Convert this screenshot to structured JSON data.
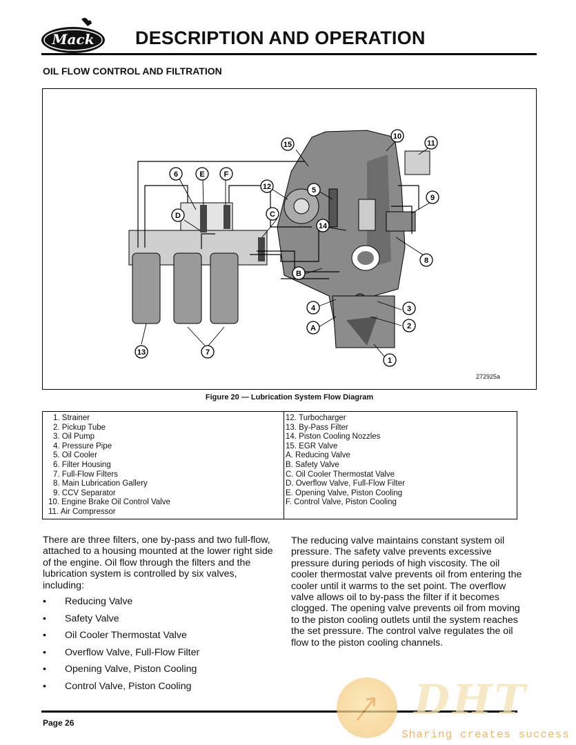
{
  "header": {
    "logo_text": "Mack",
    "title": "DESCRIPTION AND OPERATION"
  },
  "section_heading": "OIL FLOW CONTROL AND FILTRATION",
  "figure": {
    "id": "272925a",
    "caption": "Figure 20 — Lubrication System Flow Diagram",
    "callouts": [
      "1",
      "2",
      "3",
      "4",
      "5",
      "6",
      "7",
      "8",
      "9",
      "10",
      "11",
      "12",
      "13",
      "14",
      "15",
      "A",
      "B",
      "C",
      "D",
      "E",
      "F"
    ]
  },
  "legend": {
    "left": [
      "1. Strainer",
      "2. Pickup Tube",
      "3. Oil Pump",
      "4. Pressure Pipe",
      "5. Oil Cooler",
      "6. Filter Housing",
      "7. Full-Flow Filters",
      "8. Main Lubrication Gallery",
      "9. CCV Separator",
      "10. Engine Brake Oil Control Valve",
      "11. Air Compressor"
    ],
    "right": [
      "12. Turbocharger",
      "13. By-Pass Filter",
      "14. Piston Cooling Nozzles",
      "15. EGR Valve",
      "A. Reducing Valve",
      "B. Safety Valve",
      "C. Oil Cooler Thermostat Valve",
      "D. Overflow Valve, Full-Flow Filter",
      "E. Opening Valve, Piston Cooling",
      "F. Control Valve, Piston Cooling"
    ]
  },
  "body": {
    "left_paragraph": "There are three filters, one by-pass and two full-flow, attached to a housing mounted at the lower right side of the engine. Oil flow through the filters and the lubrication system is controlled by six valves, including:",
    "bullets": [
      "Reducing Valve",
      "Safety Valve",
      "Oil Cooler Thermostat Valve",
      "Overflow Valve, Full-Flow Filter",
      "Opening Valve, Piston Cooling",
      "Control Valve, Piston Cooling"
    ],
    "right_paragraph": "The reducing valve maintains constant system oil pressure. The safety valve prevents excessive pressure during periods of high viscosity. The oil cooler thermostat valve prevents oil from entering the cooler until it warms to the set point. The overflow valve allows oil to by-pass the filter if it becomes clogged. The opening valve prevents oil from moving to the piston cooling outlets until the system reaches the set pressure. The control valve regulates the oil flow to the piston cooling channels."
  },
  "footer": {
    "page": "Page 26"
  },
  "watermark": {
    "logo": "DHT",
    "tagline": "Sharing creates success"
  }
}
